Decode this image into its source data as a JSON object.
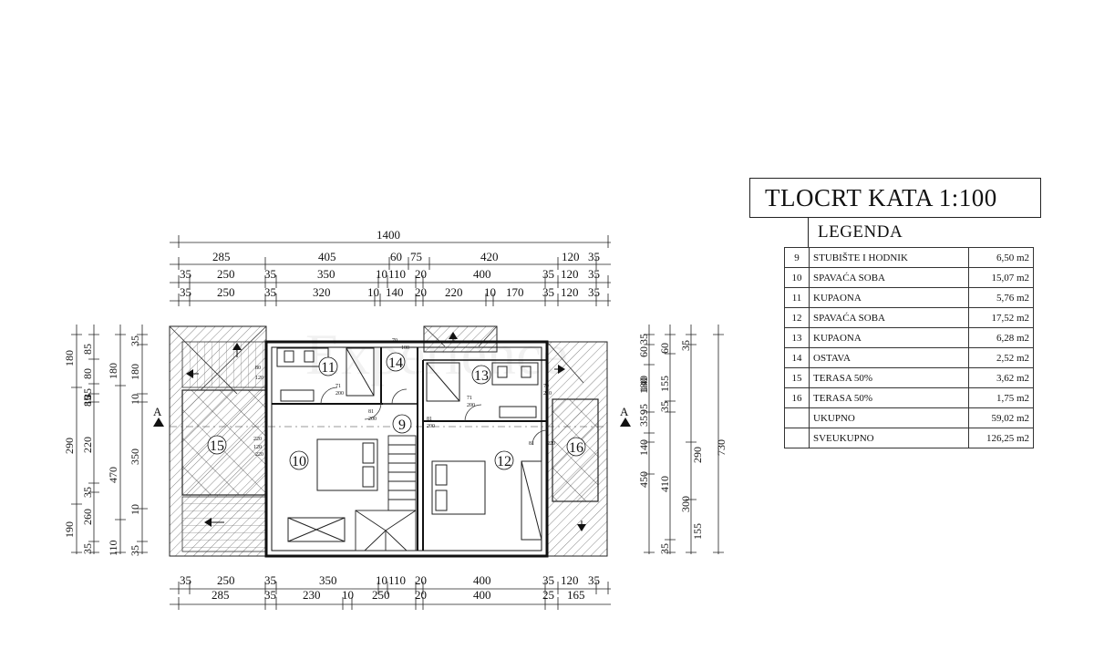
{
  "title": "TLOCRT KATA 1:100",
  "watermark": "Experience",
  "legend": {
    "heading": "LEGENDA",
    "rows": [
      {
        "no": "9",
        "name": "STUBIŠTE I HODNIK",
        "area": "6,50 m2"
      },
      {
        "no": "10",
        "name": "SPAVAĆA SOBA",
        "area": "15,07 m2"
      },
      {
        "no": "11",
        "name": "KUPAONA",
        "area": "5,76 m2"
      },
      {
        "no": "12",
        "name": "SPAVAĆA SOBA",
        "area": "17,52 m2"
      },
      {
        "no": "13",
        "name": "KUPAONA",
        "area": "6,28 m2"
      },
      {
        "no": "14",
        "name": "OSTAVA",
        "area": "2,52 m2"
      },
      {
        "no": "15",
        "name": "TERASA 50%",
        "area": "3,62 m2"
      },
      {
        "no": "16",
        "name": "TERASA 50%",
        "area": "1,75 m2"
      },
      {
        "no": "",
        "name": "UKUPNO",
        "area": "59,02 m2"
      },
      {
        "no": "",
        "name": "SVEUKUPNO",
        "area": "126,25 m2"
      }
    ]
  },
  "rooms": {
    "r9": "9",
    "r10": "10",
    "r11": "11",
    "r12": "12",
    "r13": "13",
    "r14": "14",
    "r15": "15",
    "r16": "16"
  },
  "section_marker": "A",
  "dims": {
    "top_total": "1400",
    "top1": [
      "285",
      "405",
      "60",
      "75",
      "420",
      "120",
      "35"
    ],
    "top2": [
      "35",
      "250",
      "35",
      "350",
      "10",
      "110",
      "20",
      "400",
      "35",
      "120",
      "35"
    ],
    "top3": [
      "35",
      "250",
      "35",
      "320",
      "10",
      "140",
      "20",
      "220",
      "10",
      "170",
      "35",
      "120",
      "35"
    ],
    "bottom1": [
      "35",
      "250",
      "35",
      "350",
      "10",
      "110",
      "20",
      "400",
      "35",
      "120",
      "35"
    ],
    "bottom2": [
      "285",
      "35",
      "230",
      "10",
      "250",
      "20",
      "400",
      "25",
      "165"
    ],
    "left1": [
      "180",
      "290",
      "190"
    ],
    "left2": [
      "85",
      "80",
      "35",
      "85",
      "10",
      "220",
      "35",
      "260",
      "35"
    ],
    "left3": [
      "180",
      "470",
      "110"
    ],
    "left4": [
      "35",
      "180",
      "10",
      "350",
      "10",
      "35"
    ],
    "right1": [
      "35",
      "60",
      "140",
      "180",
      "95",
      "35",
      "140",
      "450"
    ],
    "right2": [
      "60",
      "155",
      "35",
      "410",
      "300",
      "35"
    ],
    "right3": [
      "35",
      "290",
      "155"
    ],
    "right4": [
      "730"
    ],
    "door": {
      "d1": "80",
      "d2": "120",
      "d3": "71",
      "d4": "200",
      "d5": "81",
      "d6": "200",
      "d7": "220",
      "d8": "120",
      "d9": "100",
      "d10": "70",
      "d11": "81",
      "d12": "200",
      "d13": "71",
      "d14": "200",
      "d15": "70",
      "d16": "210",
      "d17": "81",
      "d18": "220",
      "d19": "220"
    }
  }
}
